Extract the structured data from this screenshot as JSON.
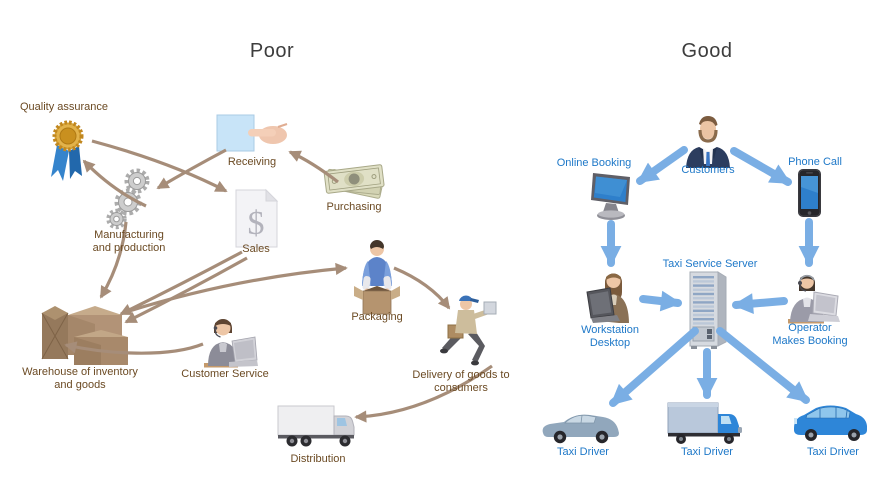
{
  "titles": {
    "poor": "Poor",
    "good": "Good"
  },
  "poor_nodes": {
    "quality_assurance": "Quality assurance",
    "receiving": "Receiving",
    "purchasing": "Purchasing",
    "manufacturing": "Manufacturing\nand production",
    "sales": "Sales",
    "warehouse": "Warehouse of inventory\nand goods",
    "customer_service": "Customer Service",
    "packaging": "Packaging",
    "delivery": "Delivery of goods to\nconsumers",
    "distribution": "Distribution"
  },
  "good_nodes": {
    "customers": "Customers",
    "online_booking": "Online Booking",
    "phone_call": "Phone Call",
    "taxi_service_server": "Taxi Service Server",
    "workstation_desktop": "Workstation\nDesktop",
    "operator_makes_booking": "Operator\nMakes Booking",
    "taxi_driver_1": "Taxi Driver",
    "taxi_driver_2": "Taxi Driver",
    "taxi_driver_3": "Taxi Driver"
  },
  "icons": {
    "quality_assurance": "award-medal-icon",
    "receiving": "document-hand-icon",
    "purchasing": "money-bills-icon",
    "manufacturing": "gears-icon",
    "sales": "dollar-document-icon",
    "warehouse": "cardboard-boxes-icon",
    "customer_service": "support-agent-icon",
    "packaging": "worker-packing-box-icon",
    "delivery": "courier-running-icon",
    "distribution": "truck-icon",
    "customers": "businessman-icon",
    "online_booking": "computer-monitor-icon",
    "phone_call": "smartphone-icon",
    "taxi_service_server": "server-rack-icon",
    "workstation_desktop": "operator-at-laptop-icon",
    "operator_makes_booking": "operator-with-headset-icon",
    "taxi_driver_1": "sedan-car-icon",
    "taxi_driver_2": "box-truck-icon",
    "taxi_driver_3": "minivan-icon"
  },
  "colors": {
    "title_text": "#3d3d3d",
    "poor_label_text": "#6b4a23",
    "poor_arrow": "#a68d79",
    "good_label_text": "#1e78c8",
    "good_arrow": "#7aaee4",
    "background": "#ffffff"
  }
}
